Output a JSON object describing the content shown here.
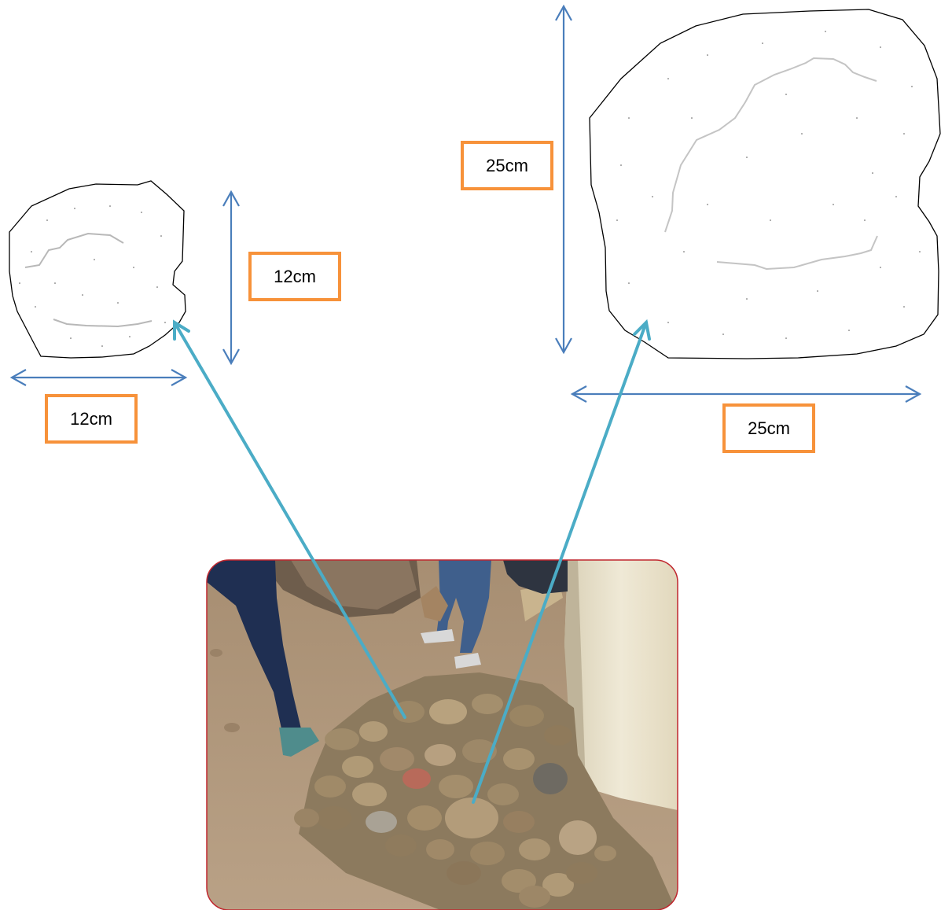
{
  "labels": {
    "small_height": "12cm",
    "small_width": "12cm",
    "large_height": "25cm",
    "large_width": "25cm"
  },
  "colors": {
    "dimension_arrow": "#4a7ebb",
    "pointer_arrow": "#4bacc6",
    "label_border": "#f7923a",
    "photo_frame": "#c0262e",
    "stone_outline": "#000000",
    "stone_crack": "#b8b8b8"
  },
  "icons": {
    "small_stone": "small-stone-sketch",
    "large_stone": "large-stone-sketch",
    "photo": "stone-pile-photo"
  }
}
